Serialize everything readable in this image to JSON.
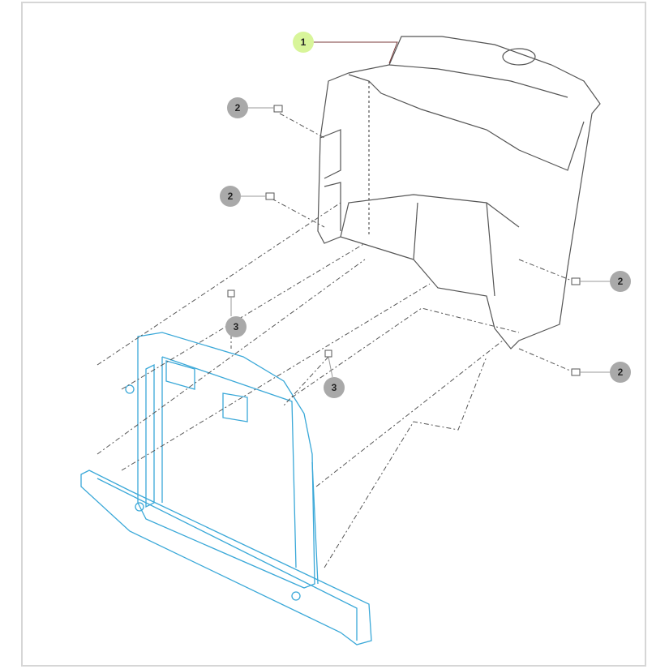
{
  "diagram": {
    "callouts": [
      {
        "label": "1",
        "part": "housing"
      },
      {
        "label": "2",
        "part": "screw"
      },
      {
        "label": "2",
        "part": "screw"
      },
      {
        "label": "2",
        "part": "screw"
      },
      {
        "label": "2",
        "part": "screw"
      },
      {
        "label": "3",
        "part": "nut"
      },
      {
        "label": "3",
        "part": "nut"
      }
    ],
    "colors": {
      "highlight": "#3aa8d8",
      "line": "#444444",
      "callout_primary": "#d8f59a",
      "callout_secondary": "#a9a9a9"
    }
  }
}
